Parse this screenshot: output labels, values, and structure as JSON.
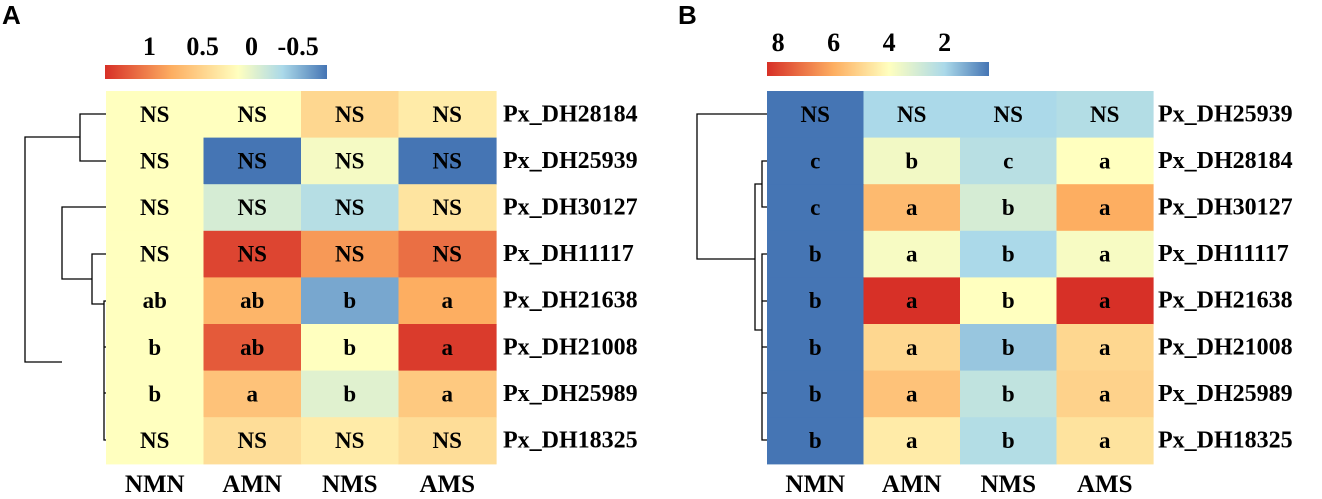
{
  "chart_data": [
    {
      "type": "heatmap",
      "panel": "A",
      "columns": [
        "NMN",
        "AMN",
        "NMS",
        "AMS"
      ],
      "rows": [
        "Px_DH28184",
        "Px_DH25939",
        "Px_DH30127",
        "Px_DH11117",
        "Px_DH21638",
        "Px_DH21008",
        "Px_DH25989",
        "Px_DH18325"
      ],
      "values": [
        [
          0,
          0,
          0.3,
          0.15
        ],
        [
          0,
          -0.8,
          -0.05,
          -1.0
        ],
        [
          0,
          -0.2,
          -0.35,
          0.2
        ],
        [
          0,
          1.1,
          0.7,
          0.9
        ],
        [
          0,
          0.55,
          -0.6,
          0.6
        ],
        [
          0,
          1.0,
          0.0,
          1.15
        ],
        [
          0,
          0.45,
          -0.15,
          0.4
        ],
        [
          0,
          0.25,
          0.15,
          0.25
        ]
      ],
      "labels": [
        [
          "NS",
          "NS",
          "NS",
          "NS"
        ],
        [
          "NS",
          "NS",
          "NS",
          "NS"
        ],
        [
          "NS",
          "NS",
          "NS",
          "NS"
        ],
        [
          "NS",
          "NS",
          "NS",
          "NS"
        ],
        [
          "ab",
          "ab",
          "b",
          "a"
        ],
        [
          "b",
          "ab",
          "b",
          "a"
        ],
        [
          "b",
          "a",
          "b",
          "a"
        ],
        [
          "NS",
          "NS",
          "NS",
          "NS"
        ]
      ],
      "legend_ticks": [
        "1",
        "0.5",
        "0",
        "-0.5"
      ],
      "legend_range": [
        1.2,
        -0.8
      ]
    },
    {
      "type": "heatmap",
      "panel": "B",
      "columns": [
        "NMN",
        "AMN",
        "NMS",
        "AMS"
      ],
      "rows": [
        "Px_DH25939",
        "Px_DH28184",
        "Px_DH30127",
        "Px_DH11117",
        "Px_DH21638",
        "Px_DH21008",
        "Px_DH25989",
        "Px_DH18325"
      ],
      "values": [
        [
          0.8,
          2.6,
          2.6,
          2.8
        ],
        [
          0.9,
          4.3,
          2.9,
          4.6
        ],
        [
          0.9,
          6.3,
          3.6,
          6.6
        ],
        [
          0.9,
          4.4,
          2.6,
          4.4
        ],
        [
          0.9,
          9.0,
          4.6,
          9.0
        ],
        [
          0.9,
          5.6,
          2.3,
          5.6
        ],
        [
          0.9,
          6.1,
          3.1,
          5.7
        ],
        [
          0.9,
          5.1,
          2.8,
          5.3
        ]
      ],
      "labels": [
        [
          "NS",
          "NS",
          "NS",
          "NS"
        ],
        [
          "c",
          "b",
          "c",
          "a"
        ],
        [
          "c",
          "a",
          "b",
          "a"
        ],
        [
          "b",
          "a",
          "b",
          "a"
        ],
        [
          "b",
          "a",
          "b",
          "a"
        ],
        [
          "b",
          "a",
          "b",
          "a"
        ],
        [
          "b",
          "a",
          "b",
          "a"
        ],
        [
          "b",
          "a",
          "b",
          "a"
        ]
      ],
      "legend_ticks": [
        "8",
        "6",
        "4",
        "2"
      ],
      "legend_range": [
        9,
        1
      ]
    }
  ]
}
